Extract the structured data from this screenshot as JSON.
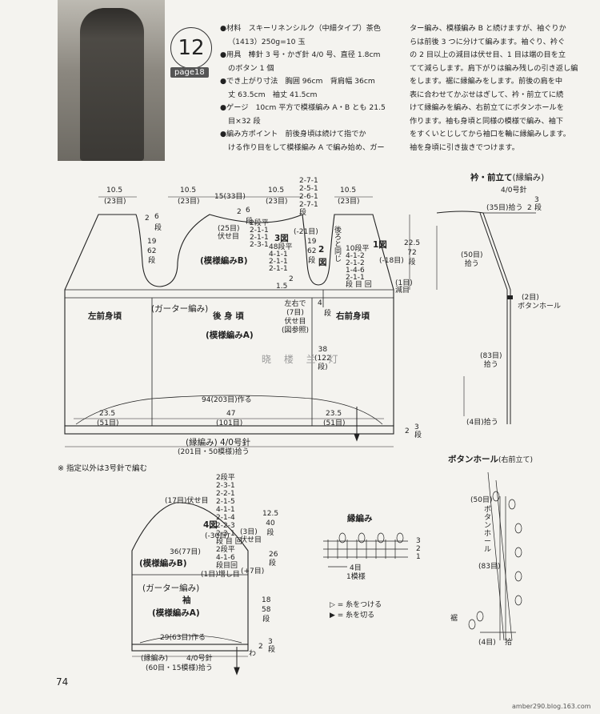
{
  "pattern": {
    "number": "12",
    "page_ref": "page18"
  },
  "materials": [
    "●材料　スキーリネンシルク（中細タイプ）茶色",
    "（1413）250g=10 玉",
    "●用具　棒針 3 号・かぎ針 4/0 号、直径 1.8cm",
    "のボタン 1 個",
    "●でき上がり寸法　胸囲 96cm　背肩幅 36cm",
    "丈 63.5cm　袖丈 41.5cm",
    "●ゲージ　10cm 平方で模様編み A・B とも 21.5",
    "目×32 段",
    "●編み方ポイント　前後身頃は続けて指でか",
    "ける作り目をして模様編み A で編み始め、ガー"
  ],
  "instructions": [
    "ター編み、模様編み B と続けますが、袖ぐりか",
    "らは前後 3 つに分けて編みます。袖ぐり、衿ぐ",
    "の 2 目以上の減目は伏せ目、1 目は端の目を立",
    "てて減らします。肩下がりは編み残しの引き返し編",
    "をします。裾に縁編みをします。前後の肩を中",
    "表に合わせてかぶせはぎして、衿・前立てに続",
    "けて縁編みを編み、右前立てにボタンホールを",
    "作ります。袖も身頃と同様の模様で編み、袖下",
    "をすくいとじしてから袖口を輪に縁編みします。",
    "袖を身頃に引き抜きでつけます。"
  ],
  "body": {
    "top_dims": [
      "10.5",
      "(23目)",
      "10.5",
      "(23目)",
      "15(33目)",
      "10.5",
      "(23目)",
      "10.5",
      "(23目)"
    ],
    "shoulder": [
      "2",
      "6",
      "段",
      "2",
      "6",
      "段"
    ],
    "neck_rows": [
      "2-7-1",
      "2-5-1",
      "2-6-1",
      "2-7-1",
      "段"
    ],
    "back_neck": [
      "2段平",
      "2-1-1",
      "2-1-1",
      "2-3-1"
    ],
    "back_neck_cast": [
      "(25目)",
      "伏せ目"
    ],
    "armhole_left": [
      "19",
      "62",
      "段"
    ],
    "armhole_mid": [
      "19",
      "62",
      "段"
    ],
    "fig3": "3図",
    "fig2": "2",
    "fig2b": "図",
    "front_neck": [
      "48段平",
      "4-1-1",
      "2-1-1",
      "2-1-1"
    ],
    "minus21": "(-21目)",
    "back_same": [
      "後",
      "ろ",
      "と",
      "同",
      "じ"
    ],
    "armhole_right": [
      "10段平",
      "4-1-2",
      "2-1-2",
      "1-4-6",
      "2-1-1",
      "段 目 回"
    ],
    "fig1": "1図",
    "minus18": "(-18目)",
    "right_height": [
      "22.5",
      "72",
      "段"
    ],
    "dec1": [
      "(1目)",
      "減目"
    ],
    "small_15": "1.5",
    "small_2": "2",
    "small_4": "4",
    "small_dan": "段",
    "garter_label": "(ガーター編み)",
    "left_front": "左前身頃",
    "back_body": "後 身 頃",
    "right_front": "右前身頃",
    "pattern_b": "(模様編みB)",
    "pattern_a": "(模様編みA)",
    "button_mark": [
      "左右で",
      "(7目)",
      "伏せ目",
      "(図参照)"
    ],
    "height_38": [
      "38",
      "(122",
      "段)"
    ],
    "cast_on": "94(203目)作る",
    "bottom_dims": [
      "23.5",
      "(51目)",
      "47",
      "(101目)",
      "23.5",
      "(51目)"
    ],
    "hem": [
      "2",
      "3",
      "段"
    ],
    "edge_label": [
      "(縁編み)",
      " 4/0号針"
    ],
    "pickup": "(201目・50模様)拾う"
  },
  "note": "※ 指定以外は3号針で編む",
  "collar": {
    "title": "衿・前立て",
    "title_sub": "(縁編み)",
    "needle": "4/0号針",
    "labels": [
      "(35目)拾う",
      "2",
      "3",
      "段",
      "(50目)",
      "拾う",
      "(2目)",
      "ボタンホール",
      "(83目)",
      "拾う",
      "(4目)拾う"
    ]
  },
  "buttonhole": {
    "title": "ボタンホール",
    "sub": "(右前立て)",
    "labels": [
      "(50目)",
      "ボ",
      "タ",
      "ン",
      "ホ",
      "ー",
      "ル",
      "(83目)",
      "裾",
      "(4目)",
      "拾"
    ]
  },
  "edging": {
    "title": "縁編み",
    "labels": [
      "3",
      "2",
      "1",
      "4目",
      "1模様"
    ],
    "legend1": "▷ = 糸をつける",
    "legend2": "▶ = 糸を切る"
  },
  "sleeve": {
    "top_rows": [
      "2段平",
      "2-3-1",
      "2-2-1",
      "2-1-5",
      "4-1-1",
      "2-1-4",
      "2-2-3",
      "2-3-1",
      "段 目 回"
    ],
    "cast17": "(17目)伏せ目",
    "fig4": "4図",
    "minus30": "(-30目)",
    "cast3": [
      "(3目)",
      "伏せ目"
    ],
    "h125": [
      "12.5",
      "40",
      "段"
    ],
    "width36": "36(77目)",
    "pattern_b": "(模様編みB)",
    "inc": [
      "2段平",
      "4-1-6",
      "段目回"
    ],
    "inc1": "(1目)増し目",
    "plus7": "(+7目)",
    "h26": [
      "26",
      "段"
    ],
    "garter": "(ガーター編み)",
    "title": "袖",
    "pattern_a": "(模様編みA)",
    "h18": [
      "18",
      "58",
      "段"
    ],
    "cast_on": "29(63目)作る",
    "edge": [
      "(縁編み)",
      "4/0号針"
    ],
    "pickup": "(60目・15模様)拾う",
    "hem": [
      "2",
      "3",
      "段"
    ],
    "wa": "わ"
  },
  "watermark": "晓 楼 兰 灯",
  "page_number": "74",
  "url": "amber290.blog.163.com"
}
